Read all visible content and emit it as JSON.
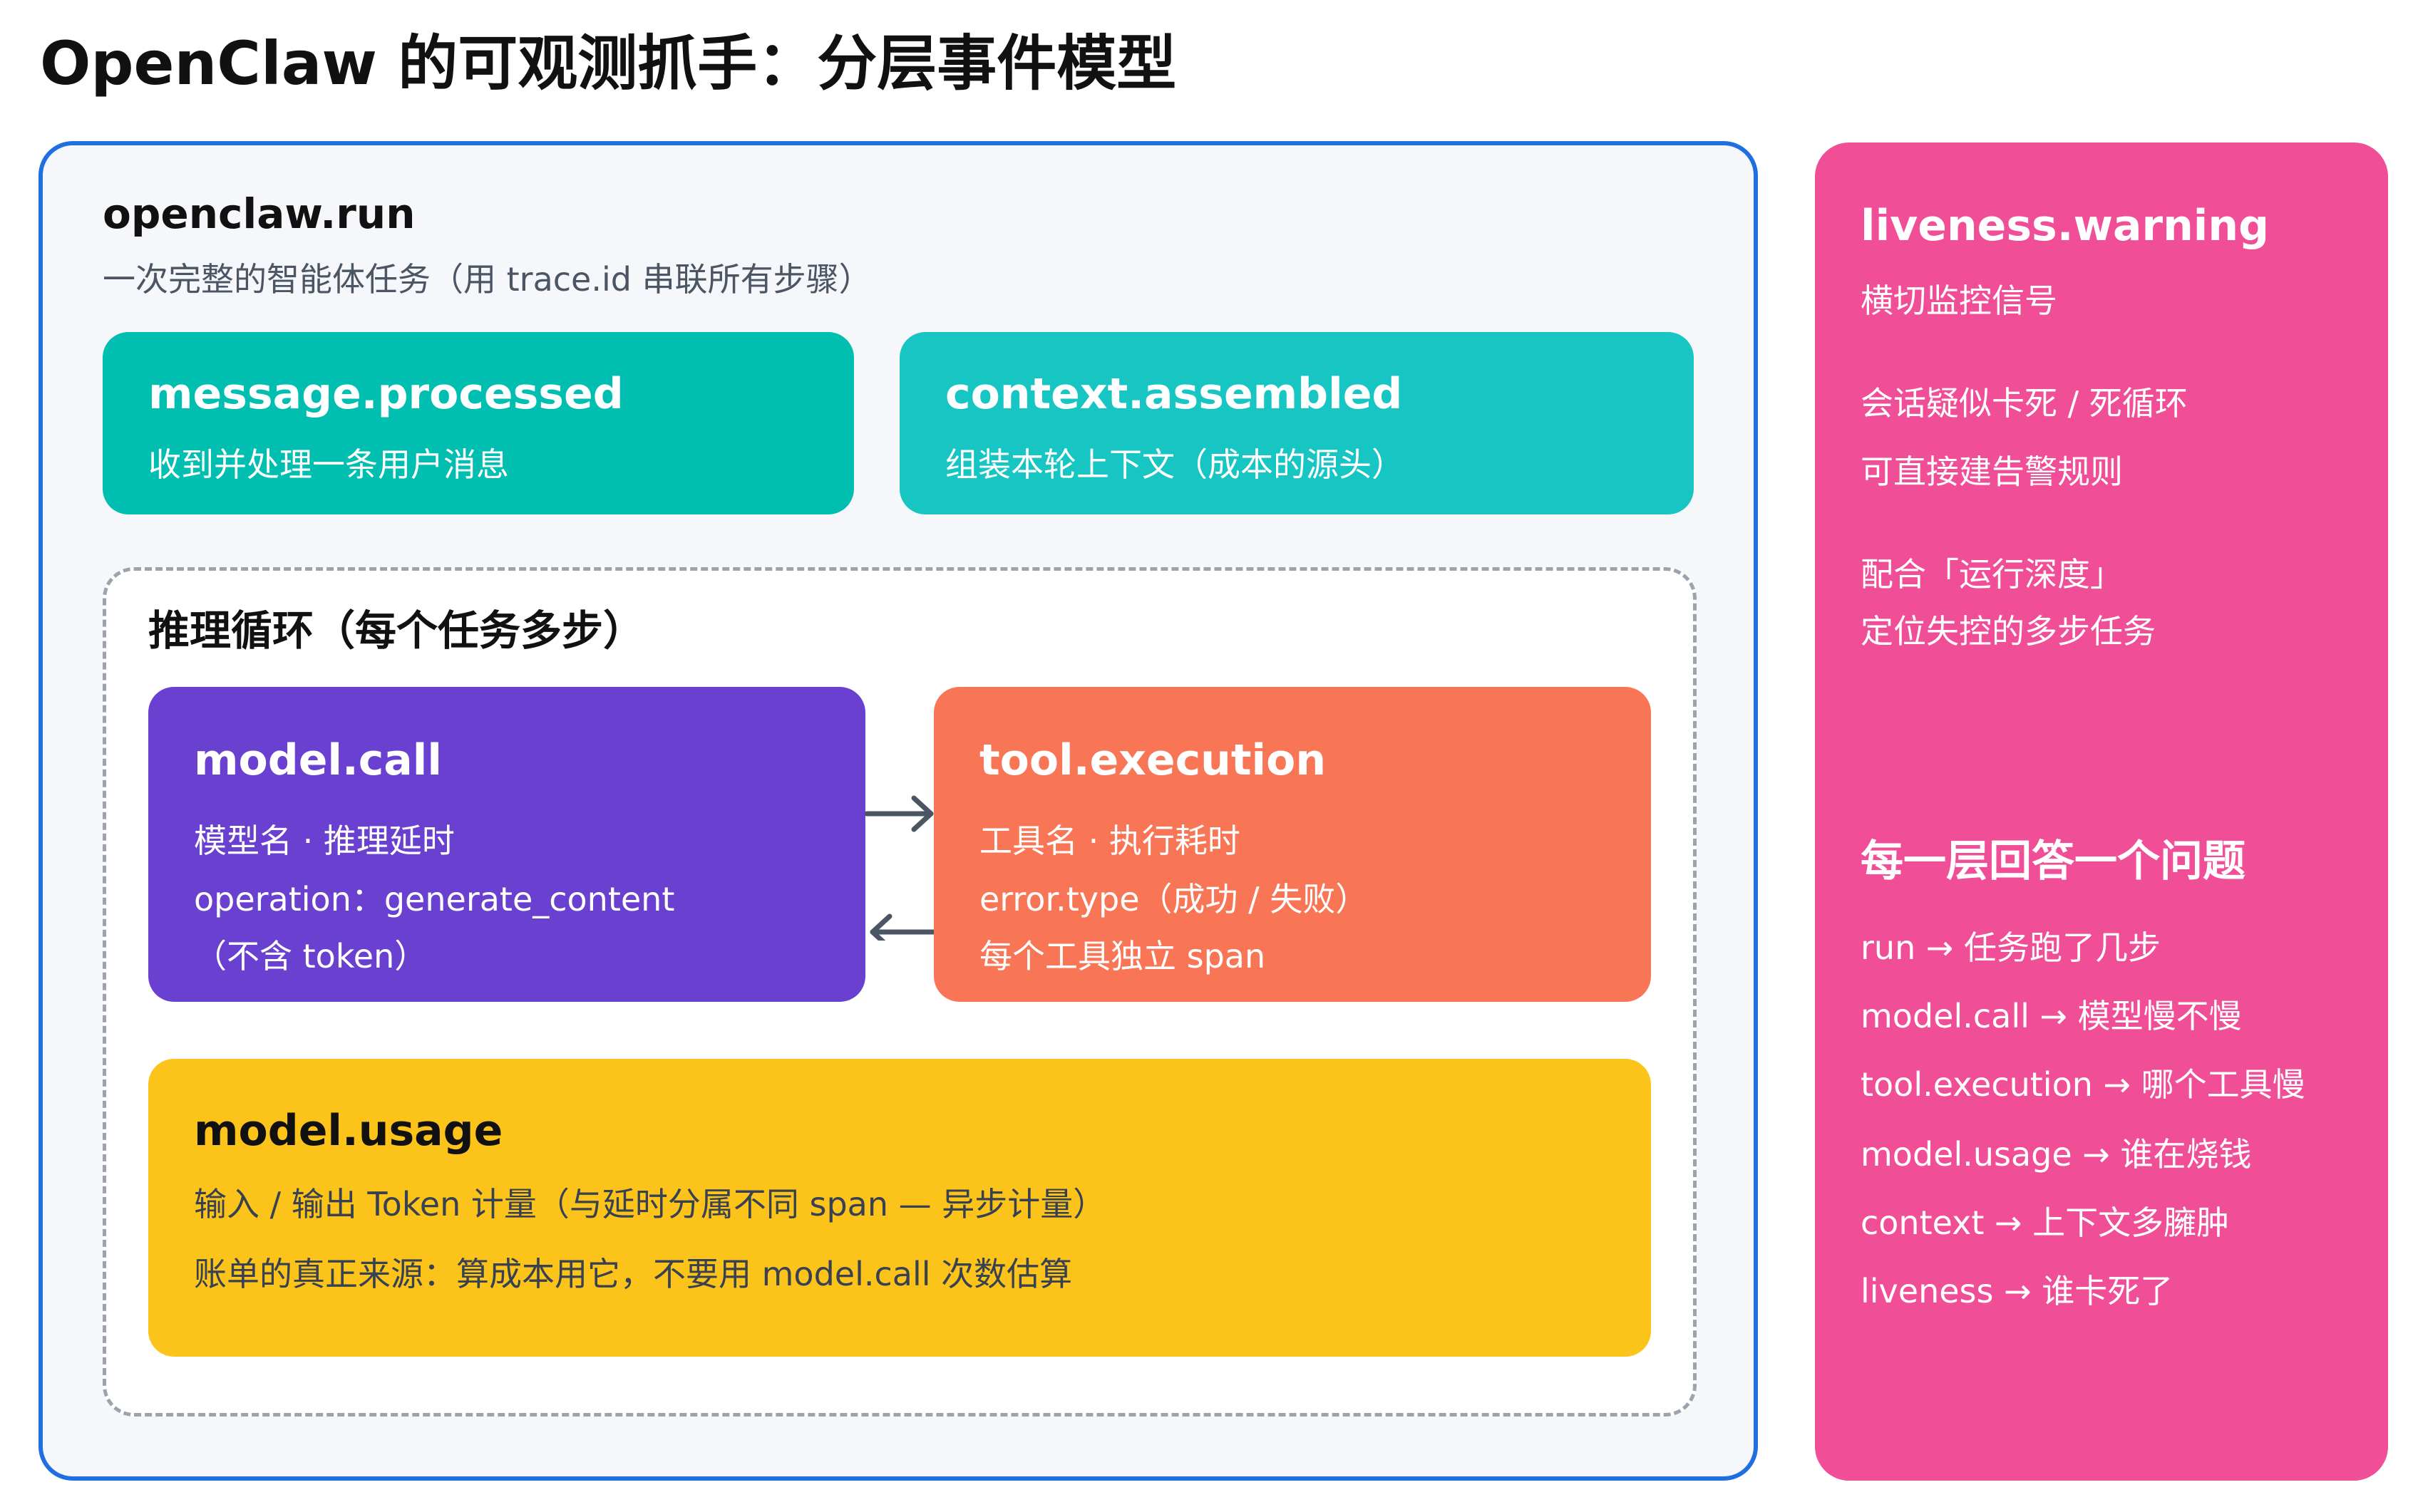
{
  "title": "OpenClaw 的可观测抓手：分层事件模型",
  "run": {
    "name": "openclaw.run",
    "desc": "一次完整的智能体任务（用 trace.id 串联所有步骤）"
  },
  "message_processed": {
    "name": "message.processed",
    "desc": "收到并处理一条用户消息"
  },
  "context_assembled": {
    "name": "context.assembled",
    "desc": "组装本轮上下文（成本的源头）"
  },
  "loop": {
    "title": "推理循环（每个任务多步）"
  },
  "model_call": {
    "name": "model.call",
    "lines": [
      "模型名 · 推理延时",
      "operation：generate_content",
      "（不含 token）"
    ]
  },
  "tool_execution": {
    "name": "tool.execution",
    "lines": [
      "工具名 · 执行耗时",
      "error.type（成功 / 失败）",
      "每个工具独立 span"
    ]
  },
  "model_usage": {
    "name": "model.usage",
    "lines": [
      "输入 / 输出 Token 计量（与延时分属不同 span — 异步计量）",
      "账单的真正来源：算成本用它，不要用 model.call 次数估算"
    ]
  },
  "liveness": {
    "name": "liveness.warning",
    "subtitle": "横切监控信号",
    "lines": [
      "会话疑似卡死 / 死循环",
      "可直接建告警规则",
      "配合「运行深度」",
      "定位失控的多步任务"
    ]
  },
  "questions": {
    "title": "每一层回答一个问题",
    "items": [
      "run → 任务跑了几步",
      "model.call → 模型慢不慢",
      "tool.execution → 哪个工具慢",
      "model.usage → 谁在烧钱",
      "context → 上下文多臃肿",
      "liveness → 谁卡死了"
    ]
  },
  "colors": {
    "run_border": "#1f6fe0",
    "message_processed": "#00bfb0",
    "context_assembled": "#17c6c3",
    "model_call": "#6a40d0",
    "tool_execution": "#f87655",
    "model_usage": "#fcc41a",
    "side_panel": "#f04e97"
  }
}
